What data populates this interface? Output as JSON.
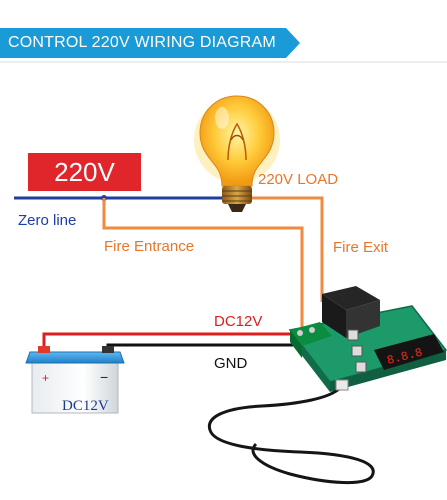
{
  "header": {
    "title": "CONTROL 220V WIRING DIAGRAM"
  },
  "supply": {
    "voltage_label": "220V"
  },
  "labels": {
    "zero_line": "Zero line",
    "fire_entrance": "Fire Entrance",
    "load": "220V LOAD",
    "fire_exit": "Fire Exit",
    "dc12v": "DC12V",
    "gnd": "GND"
  },
  "battery": {
    "label": "DC12V",
    "plus": "+",
    "minus": "−"
  },
  "colors": {
    "header": "#1a9ad6",
    "supply_box": "#e0262a",
    "zero_line_wire": "#1d3ea3",
    "fire_wire": "#f08a3c",
    "dc_positive_wire": "#e01d1d",
    "ground_wire": "#111111",
    "pcb": "#1d9a6a",
    "display_digits": "#ff2a1a"
  }
}
